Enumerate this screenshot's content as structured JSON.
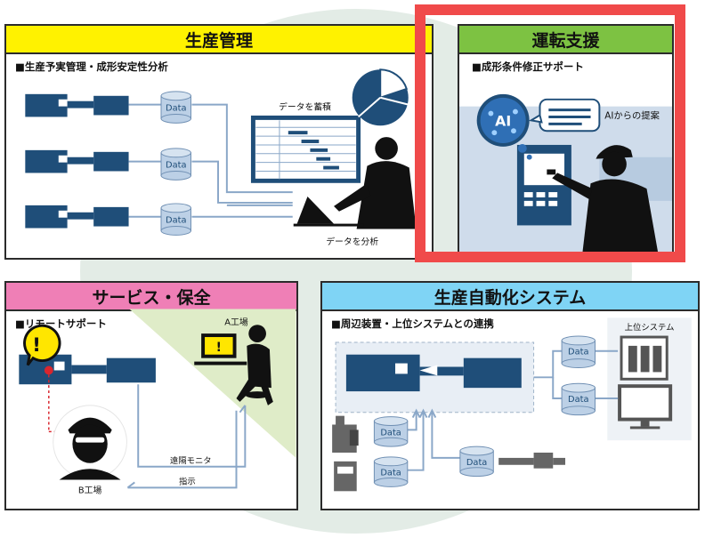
{
  "colors": {
    "navy": "#1f4e79",
    "yellow_header": "#fff200",
    "green_header": "#7dc242",
    "pink_header": "#ef7fb6",
    "blue_header": "#7fd4f5",
    "highlight": "#f04a4a"
  },
  "production_management": {
    "title": "生産管理",
    "subtitle": "■生産予実管理・成形安定性分析",
    "data_label": "Data",
    "store_label": "データを蓄積",
    "analyze_label": "データを分析"
  },
  "operation_support": {
    "title": "運転支援",
    "subtitle": "■成形条件修正サポート",
    "ai_badge": "AI",
    "ai_message": "AIからの提案"
  },
  "service": {
    "title": "サービス・保全",
    "subtitle": "■リモートサポート",
    "factory_a": "A工場",
    "factory_b": "B工場",
    "remote_monitor": "遠隔モニタ",
    "instruction": "指示",
    "alert_mark": "!"
  },
  "automation": {
    "title": "生産自動化システム",
    "subtitle": "■周辺装置・上位システムとの連携",
    "upper_system": "上位システム",
    "data_label": "Data"
  }
}
